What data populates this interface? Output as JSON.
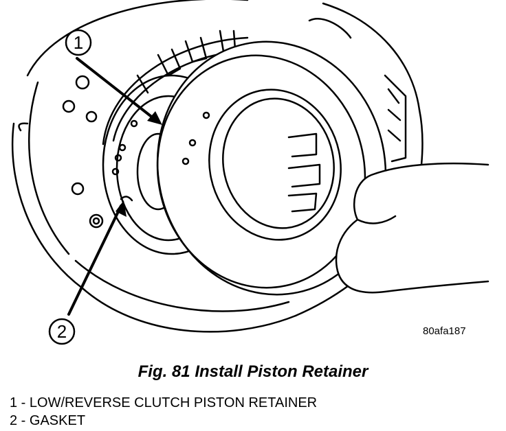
{
  "figure": {
    "caption": "Fig. 81 Install Piston Retainer",
    "image_code": "80afa187"
  },
  "callouts": [
    {
      "number": "1"
    },
    {
      "number": "2"
    }
  ],
  "legend": [
    {
      "text": "1 - LOW/REVERSE CLUTCH PISTON RETAINER"
    },
    {
      "text": "2 - GASKET"
    }
  ],
  "colors": {
    "line": "#000000",
    "background": "#ffffff"
  }
}
